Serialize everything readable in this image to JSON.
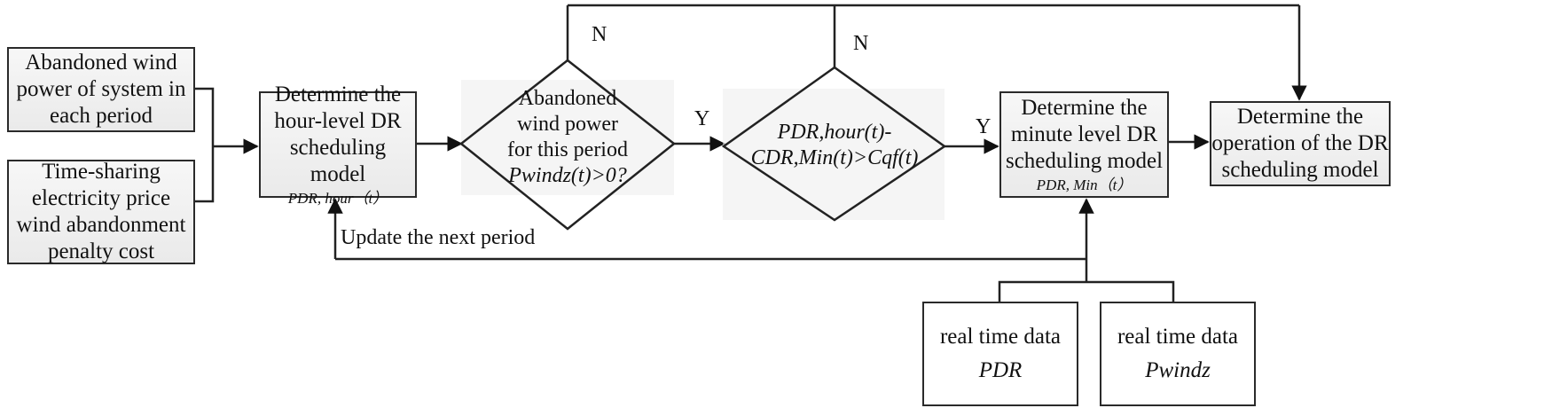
{
  "boxes": {
    "abandoned_wind_lines": [
      "Abandoned wind",
      "power of system in",
      "each period"
    ],
    "price_lines": [
      "Time-sharing",
      "electricity price",
      "wind abandonment",
      "penalty cost"
    ],
    "hour_model_lines": [
      "Determine the",
      "hour-level DR",
      "scheduling model"
    ],
    "hour_model_sub": "PDR, hour（t）",
    "minute_model_lines": [
      "Determine the",
      "minute level DR",
      "scheduling model"
    ],
    "minute_model_sub": "PDR, Min（t）",
    "operation_lines": [
      "Determine the",
      "operation of the DR",
      "scheduling model"
    ],
    "realtime_pdr_label": "real time data",
    "realtime_pdr_var": "PDR",
    "realtime_pwind_label": "real time data",
    "realtime_pwind_var": "Pwindz"
  },
  "decisions": {
    "d1_lines": [
      "Abandoned",
      "wind power",
      "for this period"
    ],
    "d1_condition": "Pwindz(t)>0?",
    "d2_line1": "PDR,hour(t)-",
    "d2_line2": "CDR,Min(t)>Cqf(t)"
  },
  "labels": {
    "n1": "N",
    "n2": "N",
    "y1": "Y",
    "y2": "Y",
    "update": "Update the next period"
  }
}
